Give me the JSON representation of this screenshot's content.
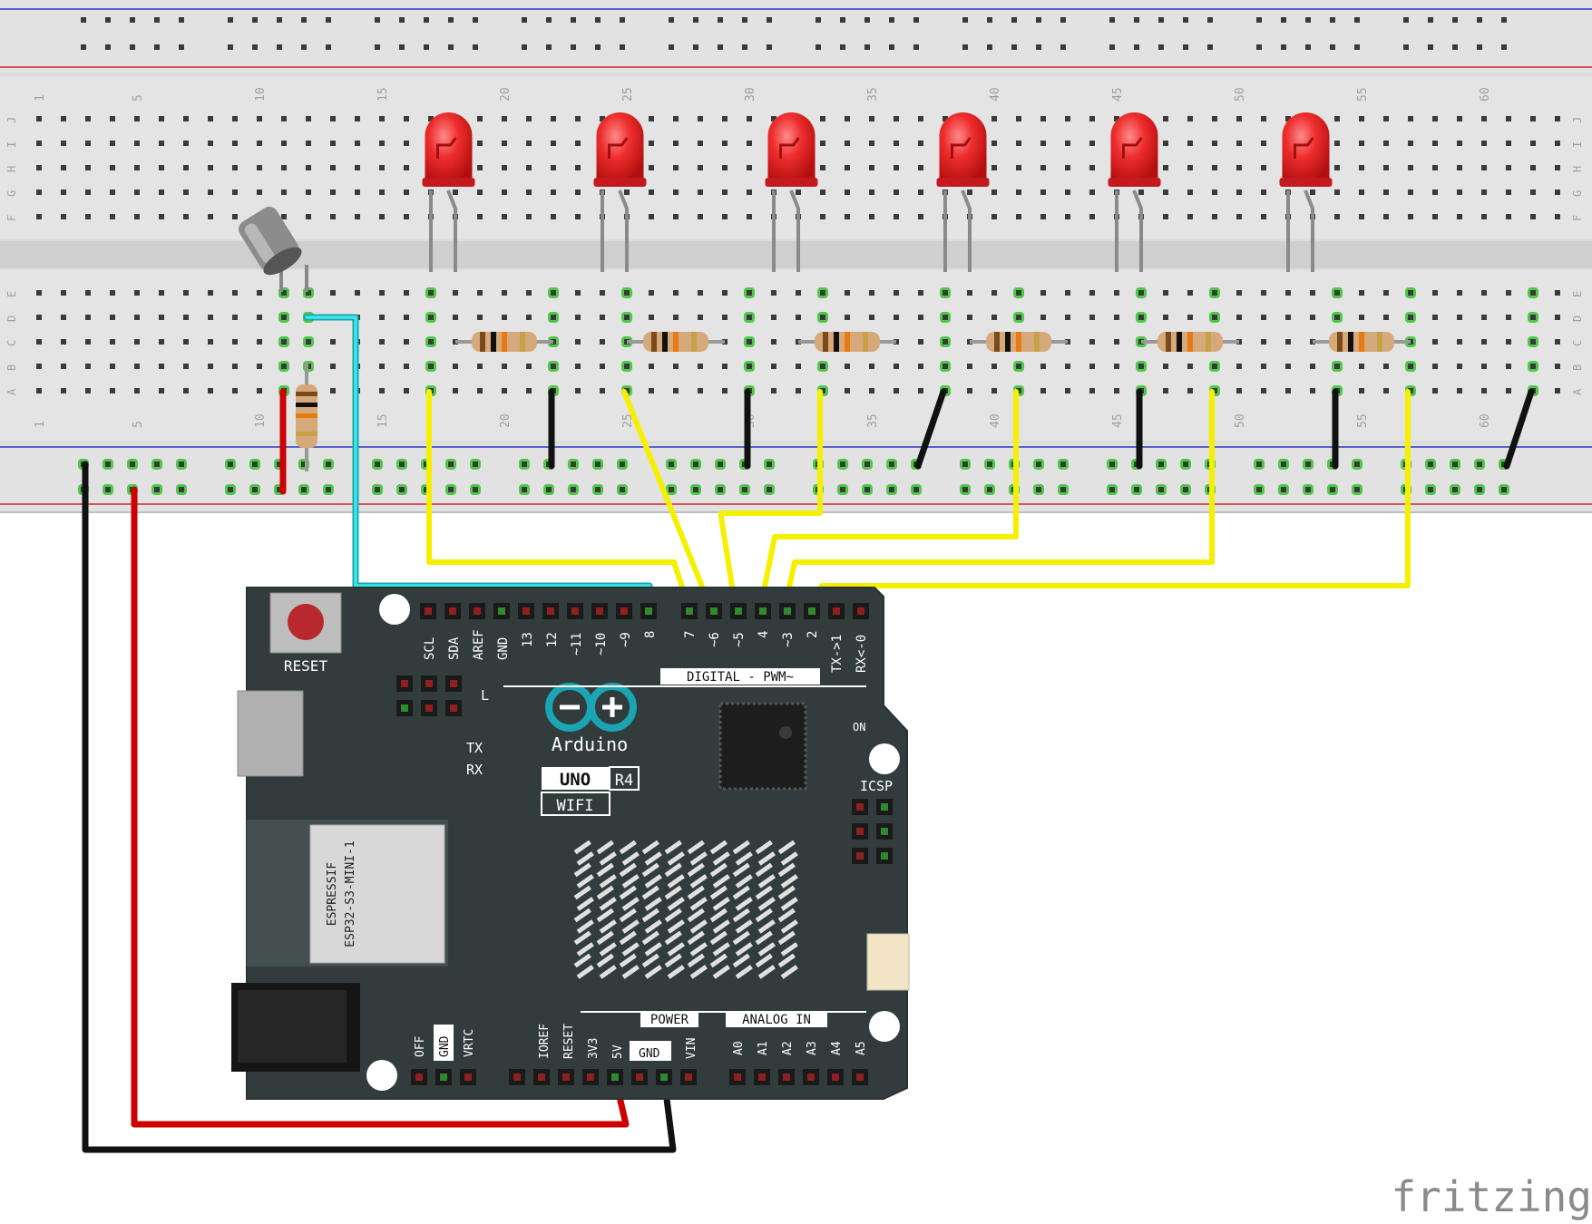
{
  "breadboard": {
    "column_numbers": [
      "1",
      "5",
      "10",
      "15",
      "20",
      "25",
      "30",
      "35",
      "40",
      "45",
      "50",
      "55",
      "60"
    ],
    "row_letters_top": [
      "J",
      "I",
      "H",
      "G",
      "F"
    ],
    "row_letters_bottom": [
      "E",
      "D",
      "C",
      "B",
      "A"
    ]
  },
  "board": {
    "reset_label": "RESET",
    "top_header_labels": [
      "SCL",
      "SDA",
      "AREF",
      "GND",
      "13",
      "12",
      "~11",
      "~10",
      "~9",
      "8"
    ],
    "digital_header_labels": [
      "7",
      "~6",
      "~5",
      "4",
      "~3",
      "2",
      "TX->1",
      "RX<-0"
    ],
    "digital_pwm_label": "DIGITAL - PWM~",
    "brand": "Arduino",
    "model": "UNO",
    "revision": "R4",
    "variant": "WIFI",
    "l_label": "L",
    "tx_label": "TX",
    "rx_label": "RX",
    "on_label": "ON",
    "icsp_label": "ICSP",
    "module_maker": "ESPRESSIF",
    "module_name": "ESP32-S3-MINI-1",
    "power_label": "POWER",
    "analog_label": "ANALOG IN",
    "power_pins": [
      "IOREF",
      "RESET",
      "3V3",
      "5V",
      "GND",
      "VIN"
    ],
    "vrtc_pins": [
      "OFF",
      "GND",
      "VRTC"
    ],
    "analog_pins": [
      "A0",
      "A1",
      "A2",
      "A3",
      "A4",
      "A5"
    ]
  },
  "watermark": "fritzing",
  "colors": {
    "breadboard": "#e0e0e0",
    "pcb": "#323c3c",
    "wire_signal": "#f5f000",
    "wire_sensor": "#22cfd3",
    "wire_power": "#cc0000",
    "wire_ground": "#111111",
    "led": "#e8262a",
    "active_hole": "#4fc84a",
    "rail_red": "#d02828",
    "rail_blue": "#2838c8"
  }
}
